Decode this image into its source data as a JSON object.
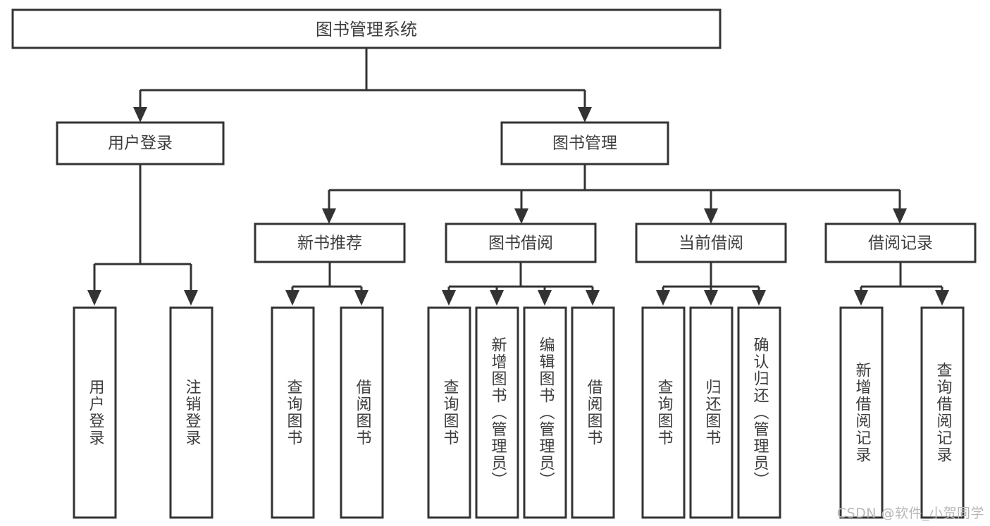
{
  "diagram": {
    "type": "tree-hierarchy",
    "title": "图书管理系统",
    "orientation": "top-down",
    "colors": {
      "stroke": "#333333",
      "box_fill": "#ffffff",
      "text": "#3d3d3d",
      "background": "#ffffff",
      "watermark": "#b8b8b8"
    },
    "root": {
      "label": "图书管理系统",
      "id": "root"
    },
    "level1": [
      {
        "id": "user-login",
        "label": "用户登录"
      },
      {
        "id": "book-manage",
        "label": "图书管理"
      }
    ],
    "level2": [
      {
        "id": "new-book-recommend",
        "label": "新书推荐",
        "parent": "book-manage"
      },
      {
        "id": "book-borrow",
        "label": "图书借阅",
        "parent": "book-manage"
      },
      {
        "id": "current-borrow",
        "label": "当前借阅",
        "parent": "book-manage"
      },
      {
        "id": "borrow-record",
        "label": "借阅记录",
        "parent": "book-manage"
      }
    ],
    "leaves": {
      "user-login": [
        {
          "id": "leaf-user-login",
          "label": "用户登录"
        },
        {
          "id": "leaf-logout-login",
          "label": "注销登录"
        }
      ],
      "new-book-recommend": [
        {
          "id": "leaf-query-book-1",
          "label": "查询图书"
        },
        {
          "id": "leaf-borrow-book-1",
          "label": "借阅图书"
        }
      ],
      "book-borrow": [
        {
          "id": "leaf-query-book-2",
          "label": "查询图书"
        },
        {
          "id": "leaf-add-book",
          "label": "新增图书（管理员）"
        },
        {
          "id": "leaf-edit-book",
          "label": "编辑图书（管理员）"
        },
        {
          "id": "leaf-borrow-book-2",
          "label": "借阅图书"
        }
      ],
      "current-borrow": [
        {
          "id": "leaf-query-book-3",
          "label": "查询图书"
        },
        {
          "id": "leaf-return-book",
          "label": "归还图书"
        },
        {
          "id": "leaf-confirm-return",
          "label": "确认归还（管理员）"
        }
      ],
      "borrow-record": [
        {
          "id": "leaf-add-record",
          "label": "新增借阅记录"
        },
        {
          "id": "leaf-query-record",
          "label": "查询借阅记录"
        }
      ]
    }
  },
  "watermark": {
    "text": "CSDN @软件_小贺同学"
  }
}
